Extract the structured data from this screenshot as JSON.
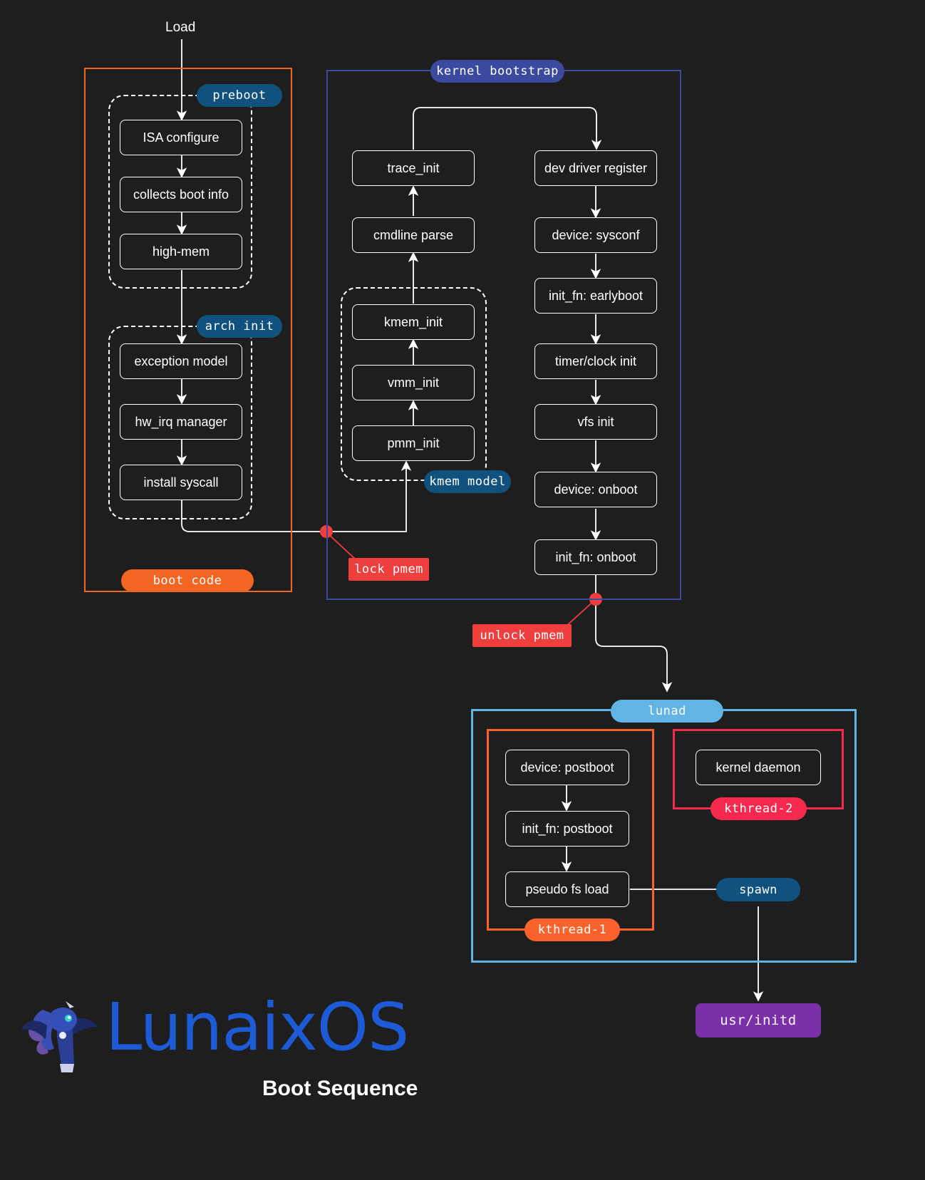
{
  "diagram": {
    "entry_label": "Load",
    "footer_title": "Boot Sequence",
    "brand_name": "LunaixOS",
    "logo": "luna-pony-logo"
  },
  "groups": {
    "boot_code": {
      "label": "boot code",
      "color": "#f26522"
    },
    "kernel_bootstrap": {
      "label": "kernel bootstrap",
      "color": "#3b4a9e"
    },
    "preboot": {
      "label": "preboot",
      "color": "#10527d"
    },
    "arch_init": {
      "label": "arch init",
      "color": "#10527d"
    },
    "kmem_model": {
      "label": "kmem model",
      "color": "#10527d"
    },
    "lunad": {
      "label": "lunad",
      "color": "#62b4e4"
    },
    "kthread_1": {
      "label": "kthread-1",
      "color": "#f9622c"
    },
    "kthread_2": {
      "label": "kthread-2",
      "color": "#f5294e"
    }
  },
  "markers": {
    "lock_pmem": {
      "label": "lock pmem",
      "color": "#ef3e3e"
    },
    "unlock_pmem": {
      "label": "unlock pmem",
      "color": "#ef3e3e"
    },
    "spawn": {
      "label": "spawn",
      "color": "#10527d"
    },
    "usr_initd": {
      "label": "usr/initd",
      "color": "#7b2fa8"
    }
  },
  "nodes": {
    "preboot": [
      {
        "id": "isa-configure",
        "label": "ISA configure"
      },
      {
        "id": "collects-boot-info",
        "label": "collects boot info"
      },
      {
        "id": "high-mem",
        "label": "high-mem"
      }
    ],
    "arch_init": [
      {
        "id": "exception-model",
        "label": "exception model"
      },
      {
        "id": "hw-irq-manager",
        "label": "hw_irq manager"
      },
      {
        "id": "install-syscall",
        "label": "install syscall"
      }
    ],
    "kernel_left": [
      {
        "id": "trace-init",
        "label": "trace_init"
      },
      {
        "id": "cmdline-parse",
        "label": "cmdline parse"
      }
    ],
    "kmem_model": [
      {
        "id": "kmem-init",
        "label": "kmem_init"
      },
      {
        "id": "vmm-init",
        "label": "vmm_init"
      },
      {
        "id": "pmm-init",
        "label": "pmm_init"
      }
    ],
    "kernel_right": [
      {
        "id": "dev-driver-register",
        "label": "dev driver register"
      },
      {
        "id": "device-sysconf",
        "label": "device: sysconf"
      },
      {
        "id": "init-fn-earlyboot",
        "label": "init_fn: earlyboot"
      },
      {
        "id": "timer-clock-init",
        "label": "timer/clock init"
      },
      {
        "id": "vfs-init",
        "label": "vfs init"
      },
      {
        "id": "device-onboot",
        "label": "device: onboot"
      },
      {
        "id": "init-fn-onboot",
        "label": "init_fn: onboot"
      }
    ],
    "kthread_1": [
      {
        "id": "device-postboot",
        "label": "device: postboot"
      },
      {
        "id": "init-fn-postboot",
        "label": "init_fn: postboot"
      },
      {
        "id": "pseudo-fs-load",
        "label": "pseudo fs load"
      }
    ],
    "kthread_2": [
      {
        "id": "kernel-daemon",
        "label": "kernel daemon"
      }
    ]
  }
}
